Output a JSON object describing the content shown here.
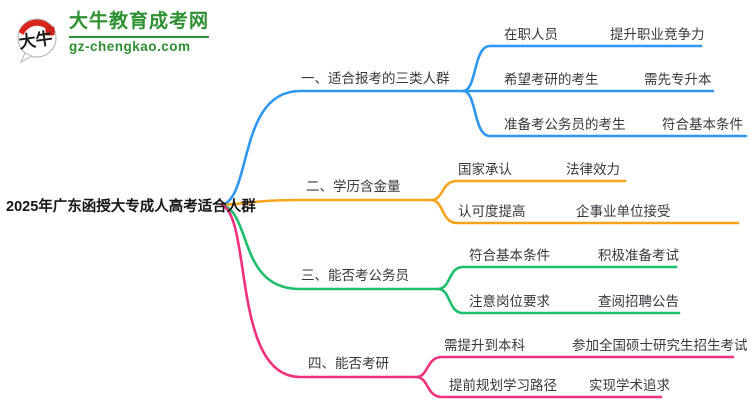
{
  "logo": {
    "icon_text": "大牛",
    "site_name": "大牛教育成考网",
    "site_url": "gz-chengkao.com"
  },
  "colors": {
    "blue": "#2E96F3",
    "orange": "#F7A41B",
    "green": "#1DBE6C",
    "pink": "#F1307F",
    "logo_green": "#2E9131",
    "logo_red": "#D8261C",
    "text": "#35383D"
  },
  "central_topic": "2025年广东函授大专成人高考适合人群",
  "branches": [
    {
      "label": "一、适合报考的三类人群",
      "color": "#2E96F3",
      "children": [
        {
          "left": "在职人员",
          "right": "提升职业竞争力"
        },
        {
          "left": "希望考研的考生",
          "right": "需先专升本"
        },
        {
          "left": "准备考公务员的考生",
          "right": "符合基本条件"
        }
      ]
    },
    {
      "label": "二、学历含金量",
      "color": "#F7A41B",
      "children": [
        {
          "left": "国家承认",
          "right": "法律效力"
        },
        {
          "left": "认可度提高",
          "right": "企事业单位接受"
        }
      ]
    },
    {
      "label": "三、能否考公务员",
      "color": "#1DBE6C",
      "children": [
        {
          "left": "符合基本条件",
          "right": "积极准备考试"
        },
        {
          "left": "注意岗位要求",
          "right": "查阅招聘公告"
        }
      ]
    },
    {
      "label": "四、能否考研",
      "color": "#F1307F",
      "children": [
        {
          "left": "需提升到本科",
          "right": "参加全国硕士研究生招生考试"
        },
        {
          "left": "提前规划学习路径",
          "right": "实现学术追求"
        }
      ]
    }
  ]
}
